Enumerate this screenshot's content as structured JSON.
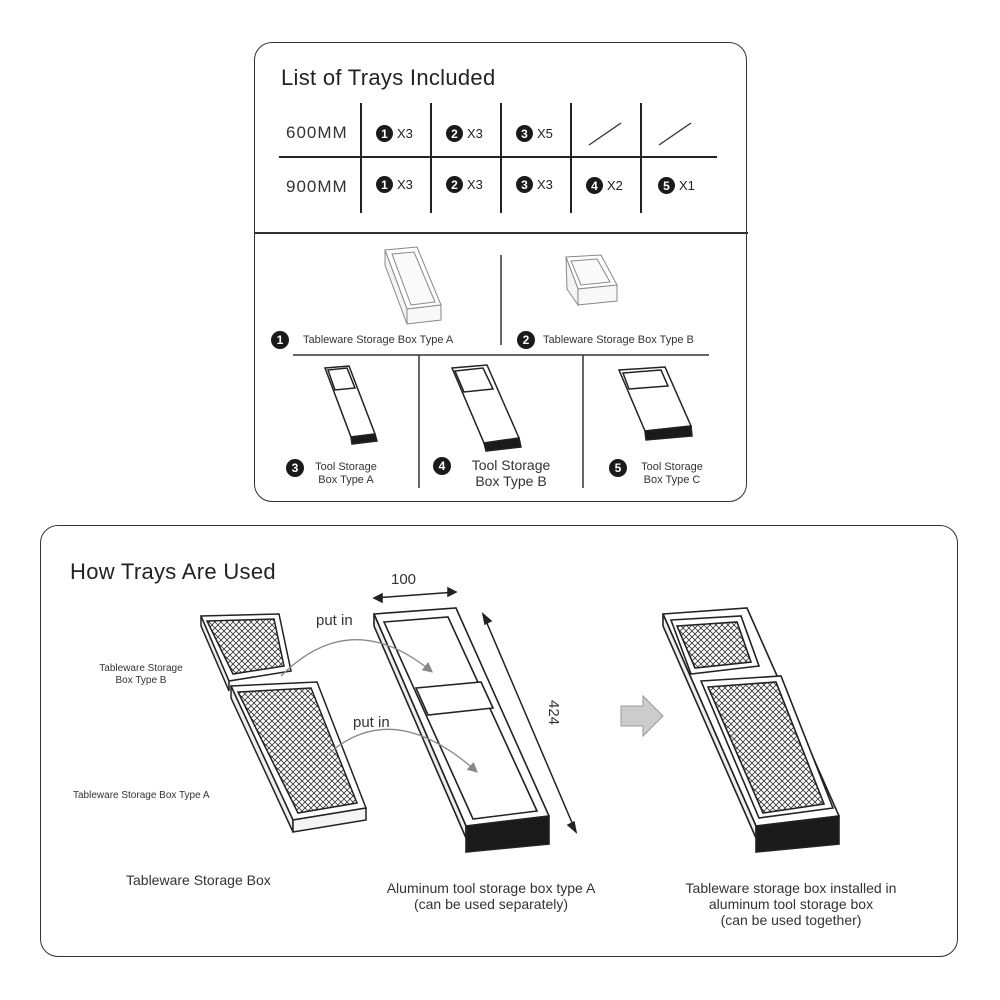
{
  "top_panel": {
    "title": "List of Trays Included",
    "rows": [
      {
        "label": "600MM",
        "cells": [
          {
            "num": "1",
            "qty": "X3"
          },
          {
            "num": "2",
            "qty": "X3"
          },
          {
            "num": "3",
            "qty": "X5"
          }
        ]
      },
      {
        "label": "900MM",
        "cells": [
          {
            "num": "1",
            "qty": "X3"
          },
          {
            "num": "2",
            "qty": "X3"
          },
          {
            "num": "3",
            "qty": "X3"
          },
          {
            "num": "4",
            "qty": "X2"
          },
          {
            "num": "5",
            "qty": "X1"
          }
        ]
      }
    ],
    "trays": [
      {
        "num": "1",
        "line1": "Tableware Storage Box Type A",
        "line2": ""
      },
      {
        "num": "2",
        "line1": "Tableware Storage Box Type B",
        "line2": ""
      },
      {
        "num": "3",
        "line1": "Tool Storage",
        "line2": "Box Type A"
      },
      {
        "num": "4",
        "line1": "Tool Storage",
        "line2": "Box Type B"
      },
      {
        "num": "5",
        "line1": "Tool Storage",
        "line2": "Box Type C"
      }
    ]
  },
  "bottom_panel": {
    "title": "How Trays Are Used",
    "label_type_b_1": "Tableware Storage",
    "label_type_b_2": "Box Type B",
    "label_type_a": "Tableware Storage Box Type A",
    "put_in_1": "put in",
    "put_in_2": "put in",
    "dim_width": "100",
    "dim_length": "424",
    "caption_1": "Tableware Storage Box",
    "caption_2_line1": "Aluminum tool storage box type A",
    "caption_2_line2": "(can be used separately)",
    "caption_3_line1": "Tableware storage box installed in",
    "caption_3_line2": "aluminum tool storage box",
    "caption_3_line3": "(can be used together)"
  }
}
